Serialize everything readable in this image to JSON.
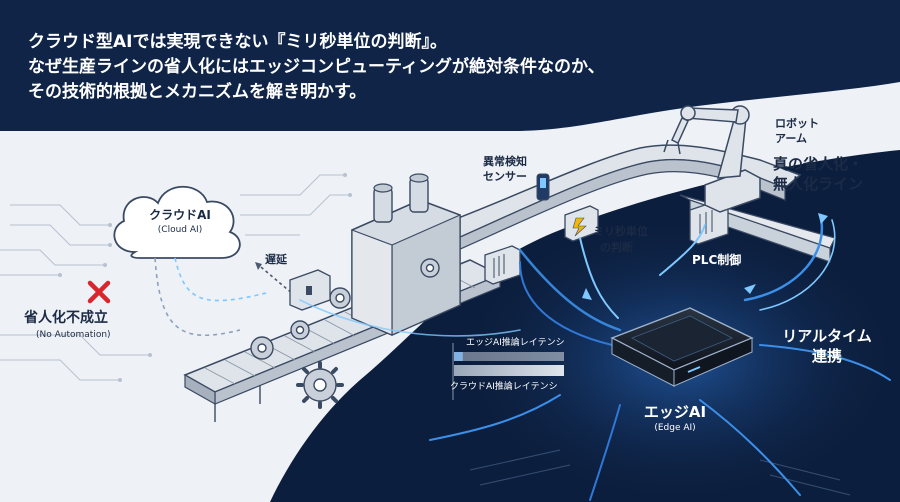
{
  "headline": {
    "line1": "クラウド型AIでは実現できない『ミリ秒単位の判断』。",
    "line2": "なぜ生産ラインの省人化にはエッジコンピューティングが絶対条件なのか、",
    "line3": "その技術的根拠とメカニズムを解き明かす。"
  },
  "cloud": {
    "name": "クラウドAI",
    "sub": "(Cloud AI)"
  },
  "delay": {
    "label": "遅延"
  },
  "failure": {
    "mark": "✕",
    "label": "省人化不成立",
    "sub": "(No Automation)"
  },
  "sensor": {
    "line1": "異常検知",
    "line2": "センサー"
  },
  "judgement": {
    "line1": "ミリ秒単位",
    "line2": "の判断"
  },
  "robot": {
    "line1": "ロボット",
    "line2": "アーム"
  },
  "goal": {
    "line1": "真の省人化・",
    "line2": "無人化ライン"
  },
  "plc": {
    "label": "PLC制御"
  },
  "realtime": {
    "line1": "リアルタイム",
    "line2": "連携"
  },
  "edge": {
    "name": "エッジAI",
    "sub": "(Edge AI)"
  },
  "latency": {
    "edge_label": "エッジAI推論レイテンシ",
    "cloud_label": "クラウドAI推論レイテンシ",
    "edge_value": 0.08,
    "cloud_value": 1.0
  },
  "colors": {
    "navy": "#0f2447",
    "accent": "#3b8fe8",
    "glow": "#7ec8ff",
    "error": "#d9262c",
    "text": "#1b2a45"
  },
  "icons": [
    "cloud-icon",
    "cross-icon",
    "sensor-icon",
    "gear-icon",
    "robot-arm-icon",
    "plc-icon",
    "edge-device-icon",
    "lightning-icon"
  ]
}
